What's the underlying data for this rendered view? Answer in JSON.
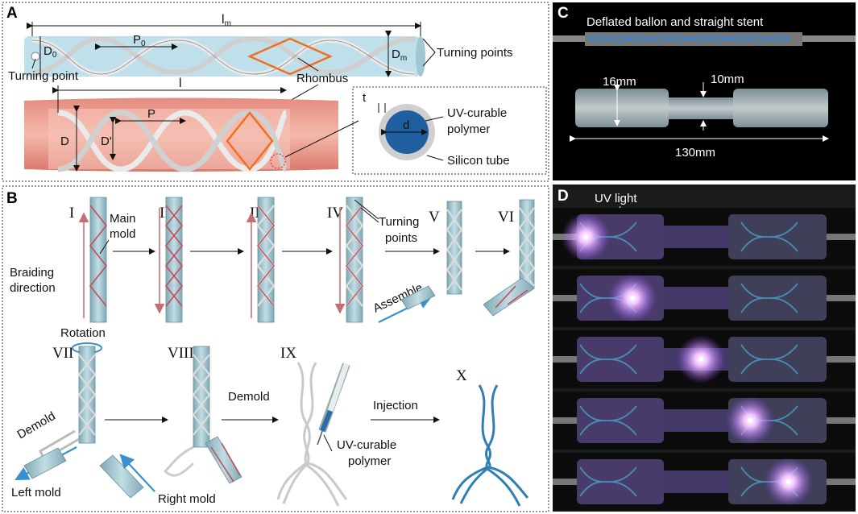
{
  "panel_a": {
    "label": "A",
    "lm": "l",
    "lm_sub": "m",
    "d0": "D",
    "d0_sub": "0",
    "p0": "P",
    "p0_sub": "0",
    "dm": "D",
    "dm_sub": "m",
    "turning_points": "Turning points",
    "turning_point": "Turning point",
    "rhombus": "Rhombus",
    "l": "l",
    "p": "P",
    "d": "D",
    "d_prime": "D'",
    "t": "t",
    "d_small": "d",
    "uv_polymer_line1": "UV-curable",
    "uv_polymer_line2": "polymer",
    "silicon_tube": "Silicon tube"
  },
  "panel_b": {
    "label": "B",
    "steps": [
      "I",
      "II",
      "III",
      "IV",
      "V",
      "VI",
      "VII",
      "VIII",
      "IX",
      "X"
    ],
    "main_mold_line1": "Main",
    "main_mold_line2": "mold",
    "braiding_line1": "Braiding",
    "braiding_line2": "direction",
    "turning_points_line1": "Turning",
    "turning_points_line2": "points",
    "assemble": "Assemble",
    "rotation": "Rotation",
    "demold_left": "Demold",
    "demold_mid": "Demold",
    "injection": "Injection",
    "uv_line1": "UV-curable",
    "uv_line2": "polymer",
    "left_mold": "Left mold",
    "right_mold": "Right mold"
  },
  "panel_c": {
    "label": "C",
    "title": "Deflated ballon and straight stent",
    "dim_16": "16mm",
    "dim_10": "10mm",
    "dim_130": "130mm"
  },
  "panel_d": {
    "label": "D",
    "uv_light": "UV light",
    "frames": [
      {
        "light": 0.08
      },
      {
        "light": 0.25
      },
      {
        "light": 0.5
      },
      {
        "light": 0.68
      },
      {
        "light": 0.82
      }
    ]
  },
  "colors": {
    "mold_blue": "#a9cdd6",
    "braid_white": "#d8d8d8",
    "rhombus_orange": "#f07020",
    "vessel_pink": "#e07f72",
    "braid_red": "#c44b5a",
    "arrow_blue": "#3a8fd0",
    "polymer_blue": "#2a6ca8",
    "uv_glow": "#b27cff"
  }
}
